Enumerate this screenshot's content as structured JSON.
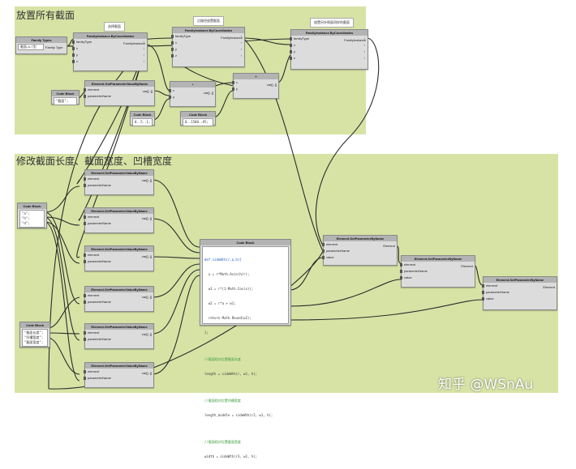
{
  "groups": {
    "top_title": "放置所有截面",
    "bottom_title": "修改截面长度、截面宽度、凹槽宽度"
  },
  "notes": [
    "选择截面",
    "沿路径放置截面",
    "放置另外侧面同样的截面"
  ],
  "nodes": {
    "family_types": {
      "title": "Family Types",
      "value": "截面-A-T型",
      "out": "Family Type"
    },
    "fi1": {
      "title": "FamilyInstance.ByCoordinates",
      "inputs": [
        "familyType",
        "x",
        "y",
        "z"
      ],
      "out": "FamilyInstance"
    },
    "fi2": {
      "title": "FamilyInstance.ByCoordinates",
      "inputs": [
        "familyType",
        "x",
        "y",
        "z"
      ],
      "out": "FamilyInstance"
    },
    "fi3": {
      "title": "FamilyInstance.ByCoordinates",
      "inputs": [
        "familyType",
        "x",
        "y",
        "z"
      ],
      "out": "FamilyInstance"
    },
    "cb_small1": {
      "title": "Code Block",
      "code": "\"截面\";"
    },
    "cb_small2": {
      "title": "Code Block",
      "code": "0..5..1;"
    },
    "cb_small3": {
      "title": "Code Block",
      "code": "0..1500..#5;"
    },
    "gp_top": {
      "title": "Element.GetParameterValueByName",
      "inputs": [
        "element",
        "parameterName"
      ],
      "out": "var[]..[]"
    },
    "mul": {
      "title": "*",
      "inputs": [
        "x",
        "y"
      ],
      "out": "var[]..[]"
    },
    "plus": {
      "title": "+",
      "inputs": [
        "x",
        "y"
      ],
      "out": "var[]..[]"
    },
    "cb_list1": {
      "title": "Code Block",
      "lines": [
        "\"a\";",
        "\"h\";",
        "\"d\";"
      ]
    },
    "cb_list2": {
      "title": "Code Block",
      "lines": [
        "\"截面长度\";",
        "\"凹槽宽度\";",
        "\"截面宽度\";"
      ]
    },
    "gp_list": [
      {
        "title": "Element.GetParameterValueByName",
        "inputs": [
          "element",
          "parameterName"
        ],
        "out": "var[]..[]"
      },
      {
        "title": "Element.GetParameterValueByName",
        "inputs": [
          "element",
          "parameterName"
        ],
        "out": "var[]..[]"
      },
      {
        "title": "Element.GetParameterValueByName",
        "inputs": [
          "element",
          "parameterName"
        ],
        "out": "var[]..[]"
      },
      {
        "title": "Element.GetParameterValueByName",
        "inputs": [
          "element",
          "parameterName"
        ],
        "out": "var[]..[]"
      },
      {
        "title": "Element.GetParameterValueByName",
        "inputs": [
          "element",
          "parameterName"
        ],
        "out": "var[]..[]"
      },
      {
        "title": "Element.GetParameterValueByName",
        "inputs": [
          "element",
          "parameterName"
        ],
        "out": "var[]..[]"
      }
    ],
    "cb_main": {
      "title": "Code Block",
      "lines": [
        "def sideWth(r,a,h){",
        "  x = r*Math.Asin(h/r);",
        "  w1 = r*(1-Math.Cos(x));",
        "  w2 = r*a + w1;",
        "  return Math.Round(w2);",
        "};",
        "",
        "//截面相对位置截面长度",
        "length = sideWth(r, w1, h);",
        "",
        "//截面相对位置凹槽宽度",
        "length_middle = sideWth(r2, w1, h);",
        "",
        "//截面相对位置截面宽度",
        "width = sideWth(r3, w1, h);"
      ]
    },
    "sp1": {
      "title": "Element.SetParameterByName",
      "inputs": [
        "element",
        "parameterName",
        "value"
      ],
      "out": "Element"
    },
    "sp2": {
      "title": "Element.SetParameterByName",
      "inputs": [
        "element",
        "parameterName",
        "value"
      ],
      "out": "Element"
    },
    "sp3": {
      "title": "Element.SetParameterByName",
      "inputs": [
        "element",
        "parameterName",
        "value"
      ],
      "out": "Element"
    }
  },
  "watermark": "知乎 @WSnAu"
}
